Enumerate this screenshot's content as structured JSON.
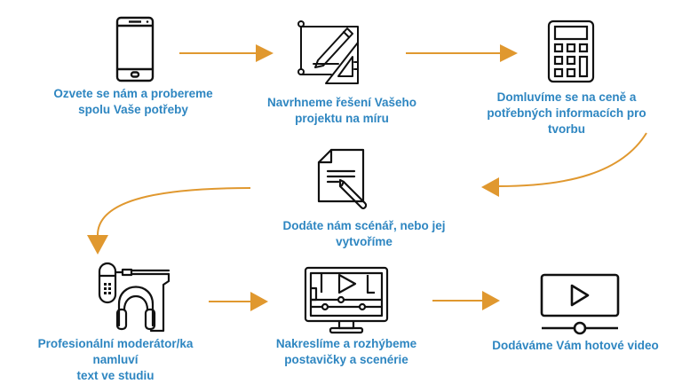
{
  "colors": {
    "label": "#2e86c1",
    "arrow": "#e0982f",
    "icon_stroke": "#111111"
  },
  "steps": [
    {
      "icon": "smartphone-icon",
      "label": "Ozvete se nám a probereme\nspolu Vaše potřeby"
    },
    {
      "icon": "blueprint-design-icon",
      "label": "Navrhneme řešení Vašeho\nprojektu na míru"
    },
    {
      "icon": "calculator-icon",
      "label": "Domluvíme se na ceně a\npotřebných informacích pro\ntvorbu"
    },
    {
      "icon": "document-edit-icon",
      "label": "Dodáte nám scénář, nebo jej\nvytvoříme"
    },
    {
      "icon": "microphone-headphones-icon",
      "label": "Profesionální moderátor/ka\nnamluví\ntext ve studiu"
    },
    {
      "icon": "monitor-animation-icon",
      "label": "Nakreslíme a rozhýbeme\npostavičky a scenérie"
    },
    {
      "icon": "video-player-icon",
      "label": "Dodáváme Vám hotové video"
    }
  ]
}
